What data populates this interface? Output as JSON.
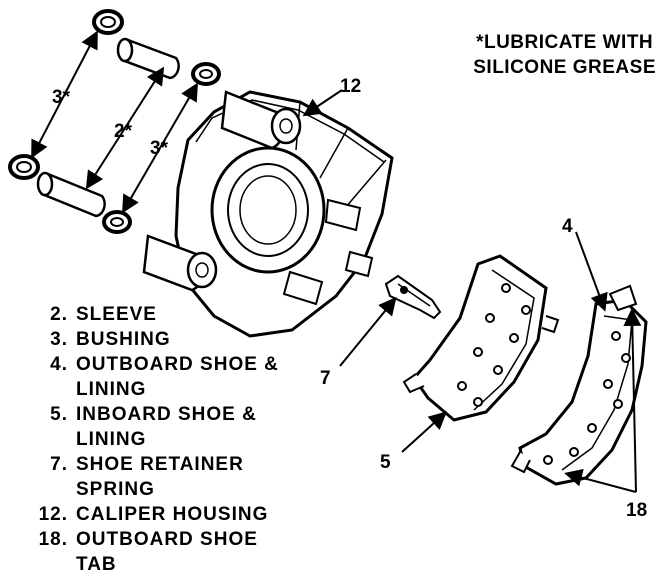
{
  "note": {
    "line1": "*LUBRICATE WITH",
    "line2": "SILICONE GREASE"
  },
  "callouts": {
    "bushing_outer": "3*",
    "sleeve": "2*",
    "bushing_inner": "3*",
    "caliper_housing": "12",
    "outboard_shoe": "4",
    "retainer_spring": "7",
    "inboard_shoe": "5",
    "shoe_tab": "18"
  },
  "legend": [
    {
      "num": "2.",
      "text": "SLEEVE"
    },
    {
      "num": "3.",
      "text": "BUSHING"
    },
    {
      "num": "4.",
      "text": "OUTBOARD SHOE & LINING"
    },
    {
      "num": "5.",
      "text": "INBOARD SHOE & LINING"
    },
    {
      "num": "7.",
      "text": "SHOE RETAINER SPRING"
    },
    {
      "num": "12.",
      "text": "CALIPER HOUSING"
    },
    {
      "num": "18.",
      "text": "OUTBOARD SHOE TAB"
    }
  ]
}
